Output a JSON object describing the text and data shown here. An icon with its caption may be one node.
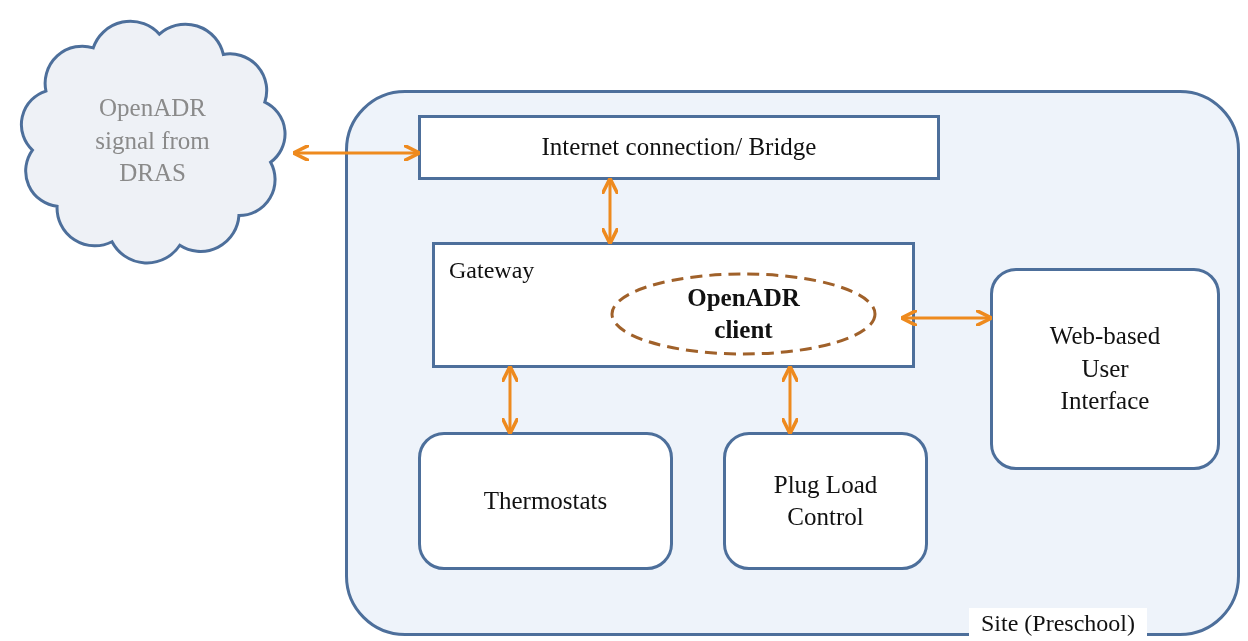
{
  "diagram": {
    "nodes": [
      {
        "text": [
          "OpenADR signal from DRAS"
        ]
      },
      {
        "text": [
          "Site (Preschool)"
        ]
      },
      {
        "text": [
          "Internet connection/ Bridge"
        ],
        "in": 1
      },
      {
        "text": [
          "Gateway"
        ],
        "in": 1
      },
      {
        "text": [
          "OpenADR client"
        ],
        "in": 3
      },
      {
        "text": [
          "Web-based User Interface"
        ],
        "in": 1
      },
      {
        "text": [
          "Thermostats"
        ],
        "in": 1
      },
      {
        "text": [
          "Plug Load Control"
        ],
        "in": 1
      }
    ],
    "edges": [
      {
        "from": 0,
        "to": 2,
        "arrow": "both"
      },
      {
        "from": 2,
        "to": 3,
        "arrow": "both"
      },
      {
        "from": 4,
        "to": 5,
        "arrow": "both"
      },
      {
        "from": 3,
        "to": 6,
        "arrow": "both"
      },
      {
        "from": 3,
        "to": 7,
        "arrow": "both"
      }
    ]
  }
}
